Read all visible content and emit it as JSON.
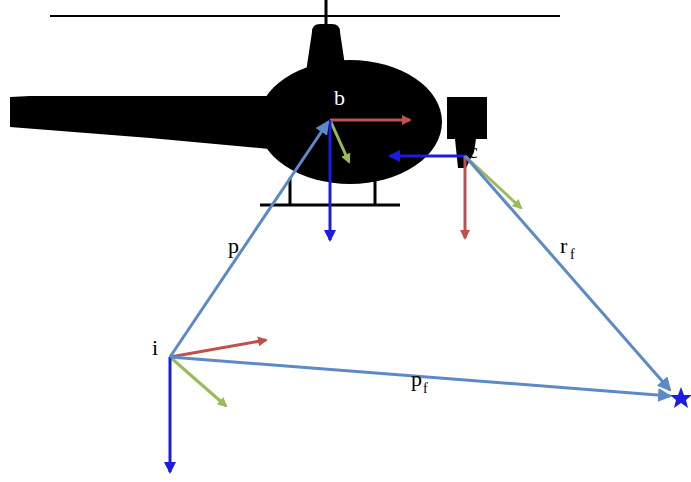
{
  "diagram": {
    "labels": [
      "b",
      "c",
      "i",
      "p",
      "p",
      "f",
      "r",
      "f"
    ]
  }
}
